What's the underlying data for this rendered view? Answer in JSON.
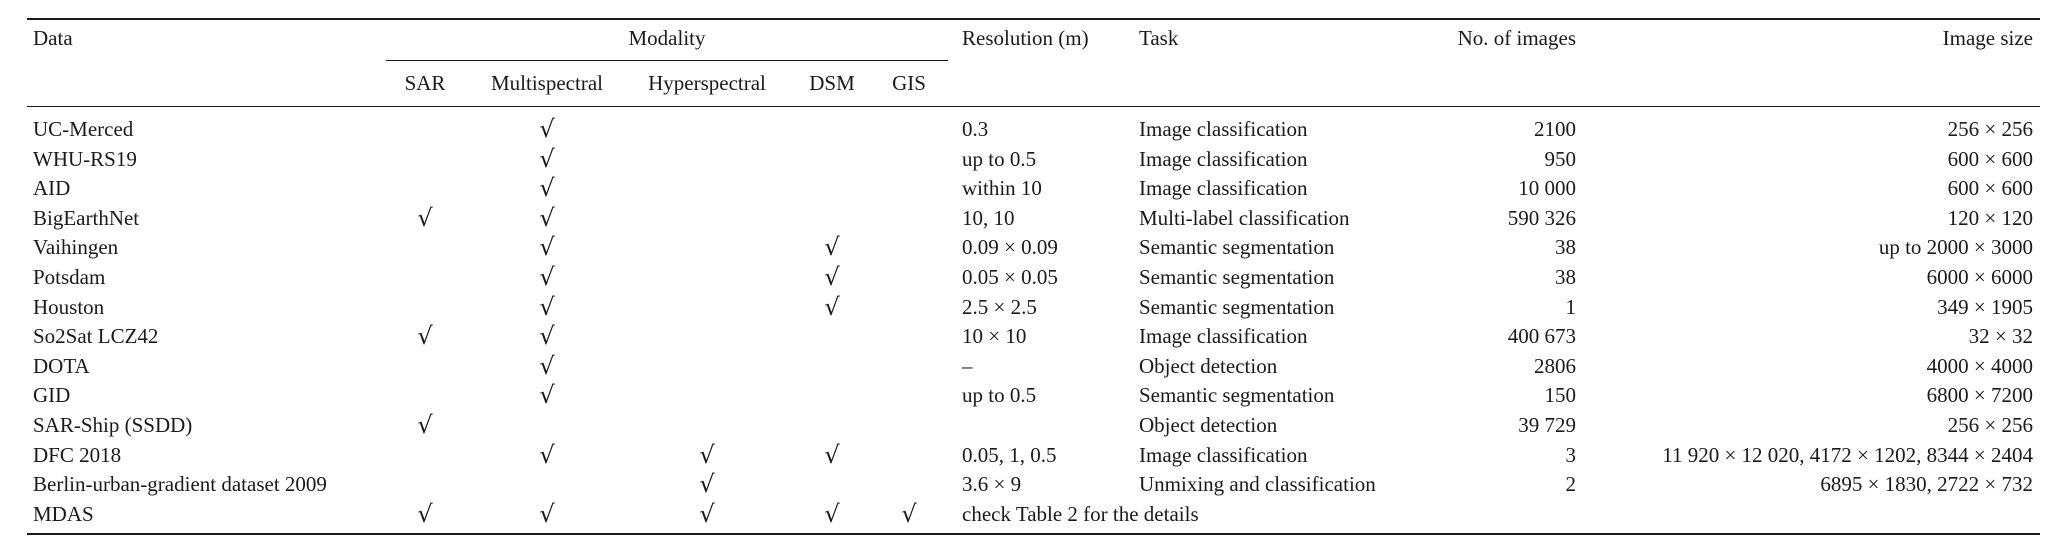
{
  "table": {
    "headers": {
      "data": "Data",
      "modality": "Modality",
      "sar": "SAR",
      "multispectral": "Multispectral",
      "hyperspectral": "Hyperspectral",
      "dsm": "DSM",
      "gis": "GIS",
      "resolution": "Resolution (m)",
      "task": "Task",
      "num_images": "No. of images",
      "image_size": "Image size"
    },
    "check_glyph": "√",
    "rows": [
      {
        "data": "UC-Merced",
        "sar": "",
        "multi": "√",
        "hyper": "",
        "dsm": "",
        "gis": "",
        "res": "0.3",
        "task": "Image classification",
        "num": "2100",
        "size": "256 × 256"
      },
      {
        "data": "WHU-RS19",
        "sar": "",
        "multi": "√",
        "hyper": "",
        "dsm": "",
        "gis": "",
        "res": "up to 0.5",
        "task": "Image classification",
        "num": "950",
        "size": "600 × 600"
      },
      {
        "data": "AID",
        "sar": "",
        "multi": "√",
        "hyper": "",
        "dsm": "",
        "gis": "",
        "res": "within 10",
        "task": "Image classification",
        "num": "10 000",
        "size": "600 × 600"
      },
      {
        "data": "BigEarthNet",
        "sar": "√",
        "multi": "√",
        "hyper": "",
        "dsm": "",
        "gis": "",
        "res": "10, 10",
        "task": "Multi-label classification",
        "num": "590 326",
        "size": "120 × 120"
      },
      {
        "data": "Vaihingen",
        "sar": "",
        "multi": "√",
        "hyper": "",
        "dsm": "√",
        "gis": "",
        "res": "0.09 × 0.09",
        "task": "Semantic segmentation",
        "num": "38",
        "size": "up to 2000 × 3000"
      },
      {
        "data": "Potsdam",
        "sar": "",
        "multi": "√",
        "hyper": "",
        "dsm": "√",
        "gis": "",
        "res": "0.05 × 0.05",
        "task": "Semantic segmentation",
        "num": "38",
        "size": "6000 × 6000"
      },
      {
        "data": "Houston",
        "sar": "",
        "multi": "√",
        "hyper": "",
        "dsm": "√",
        "gis": "",
        "res": "2.5 × 2.5",
        "task": "Semantic segmentation",
        "num": "1",
        "size": "349 × 1905"
      },
      {
        "data": "So2Sat LCZ42",
        "sar": "√",
        "multi": "√",
        "hyper": "",
        "dsm": "",
        "gis": "",
        "res": "10 × 10",
        "task": "Image classification",
        "num": "400 673",
        "size": "32 × 32"
      },
      {
        "data": "DOTA",
        "sar": "",
        "multi": "√",
        "hyper": "",
        "dsm": "",
        "gis": "",
        "res": "–",
        "task": "Object detection",
        "num": "2806",
        "size": "4000 × 4000"
      },
      {
        "data": "GID",
        "sar": "",
        "multi": "√",
        "hyper": "",
        "dsm": "",
        "gis": "",
        "res": "up to 0.5",
        "task": "Semantic segmentation",
        "num": "150",
        "size": "6800 × 7200"
      },
      {
        "data": "SAR-Ship (SSDD)",
        "sar": "√",
        "multi": "",
        "hyper": "",
        "dsm": "",
        "gis": "",
        "res": "",
        "task": "Object detection",
        "num": "39 729",
        "size": "256 × 256"
      },
      {
        "data": "DFC 2018",
        "sar": "",
        "multi": "√",
        "hyper": "√",
        "dsm": "√",
        "gis": "",
        "res": "0.05, 1, 0.5",
        "task": "Image classification",
        "num": "3",
        "size": "11 920 × 12 020, 4172 × 1202, 8344 × 2404"
      },
      {
        "data": "Berlin-urban-gradient dataset 2009",
        "sar": "",
        "multi": "",
        "hyper": "√",
        "dsm": "",
        "gis": "",
        "res": "3.6  ×  9",
        "task": "Unmixing and classification",
        "num": "2",
        "size": "6895 × 1830, 2722 × 732"
      },
      {
        "data": "MDAS",
        "sar": "√",
        "multi": "√",
        "hyper": "√",
        "dsm": "√",
        "gis": "√",
        "res": "check Table 2 for the details",
        "task": "",
        "num": "",
        "size": ""
      }
    ]
  }
}
